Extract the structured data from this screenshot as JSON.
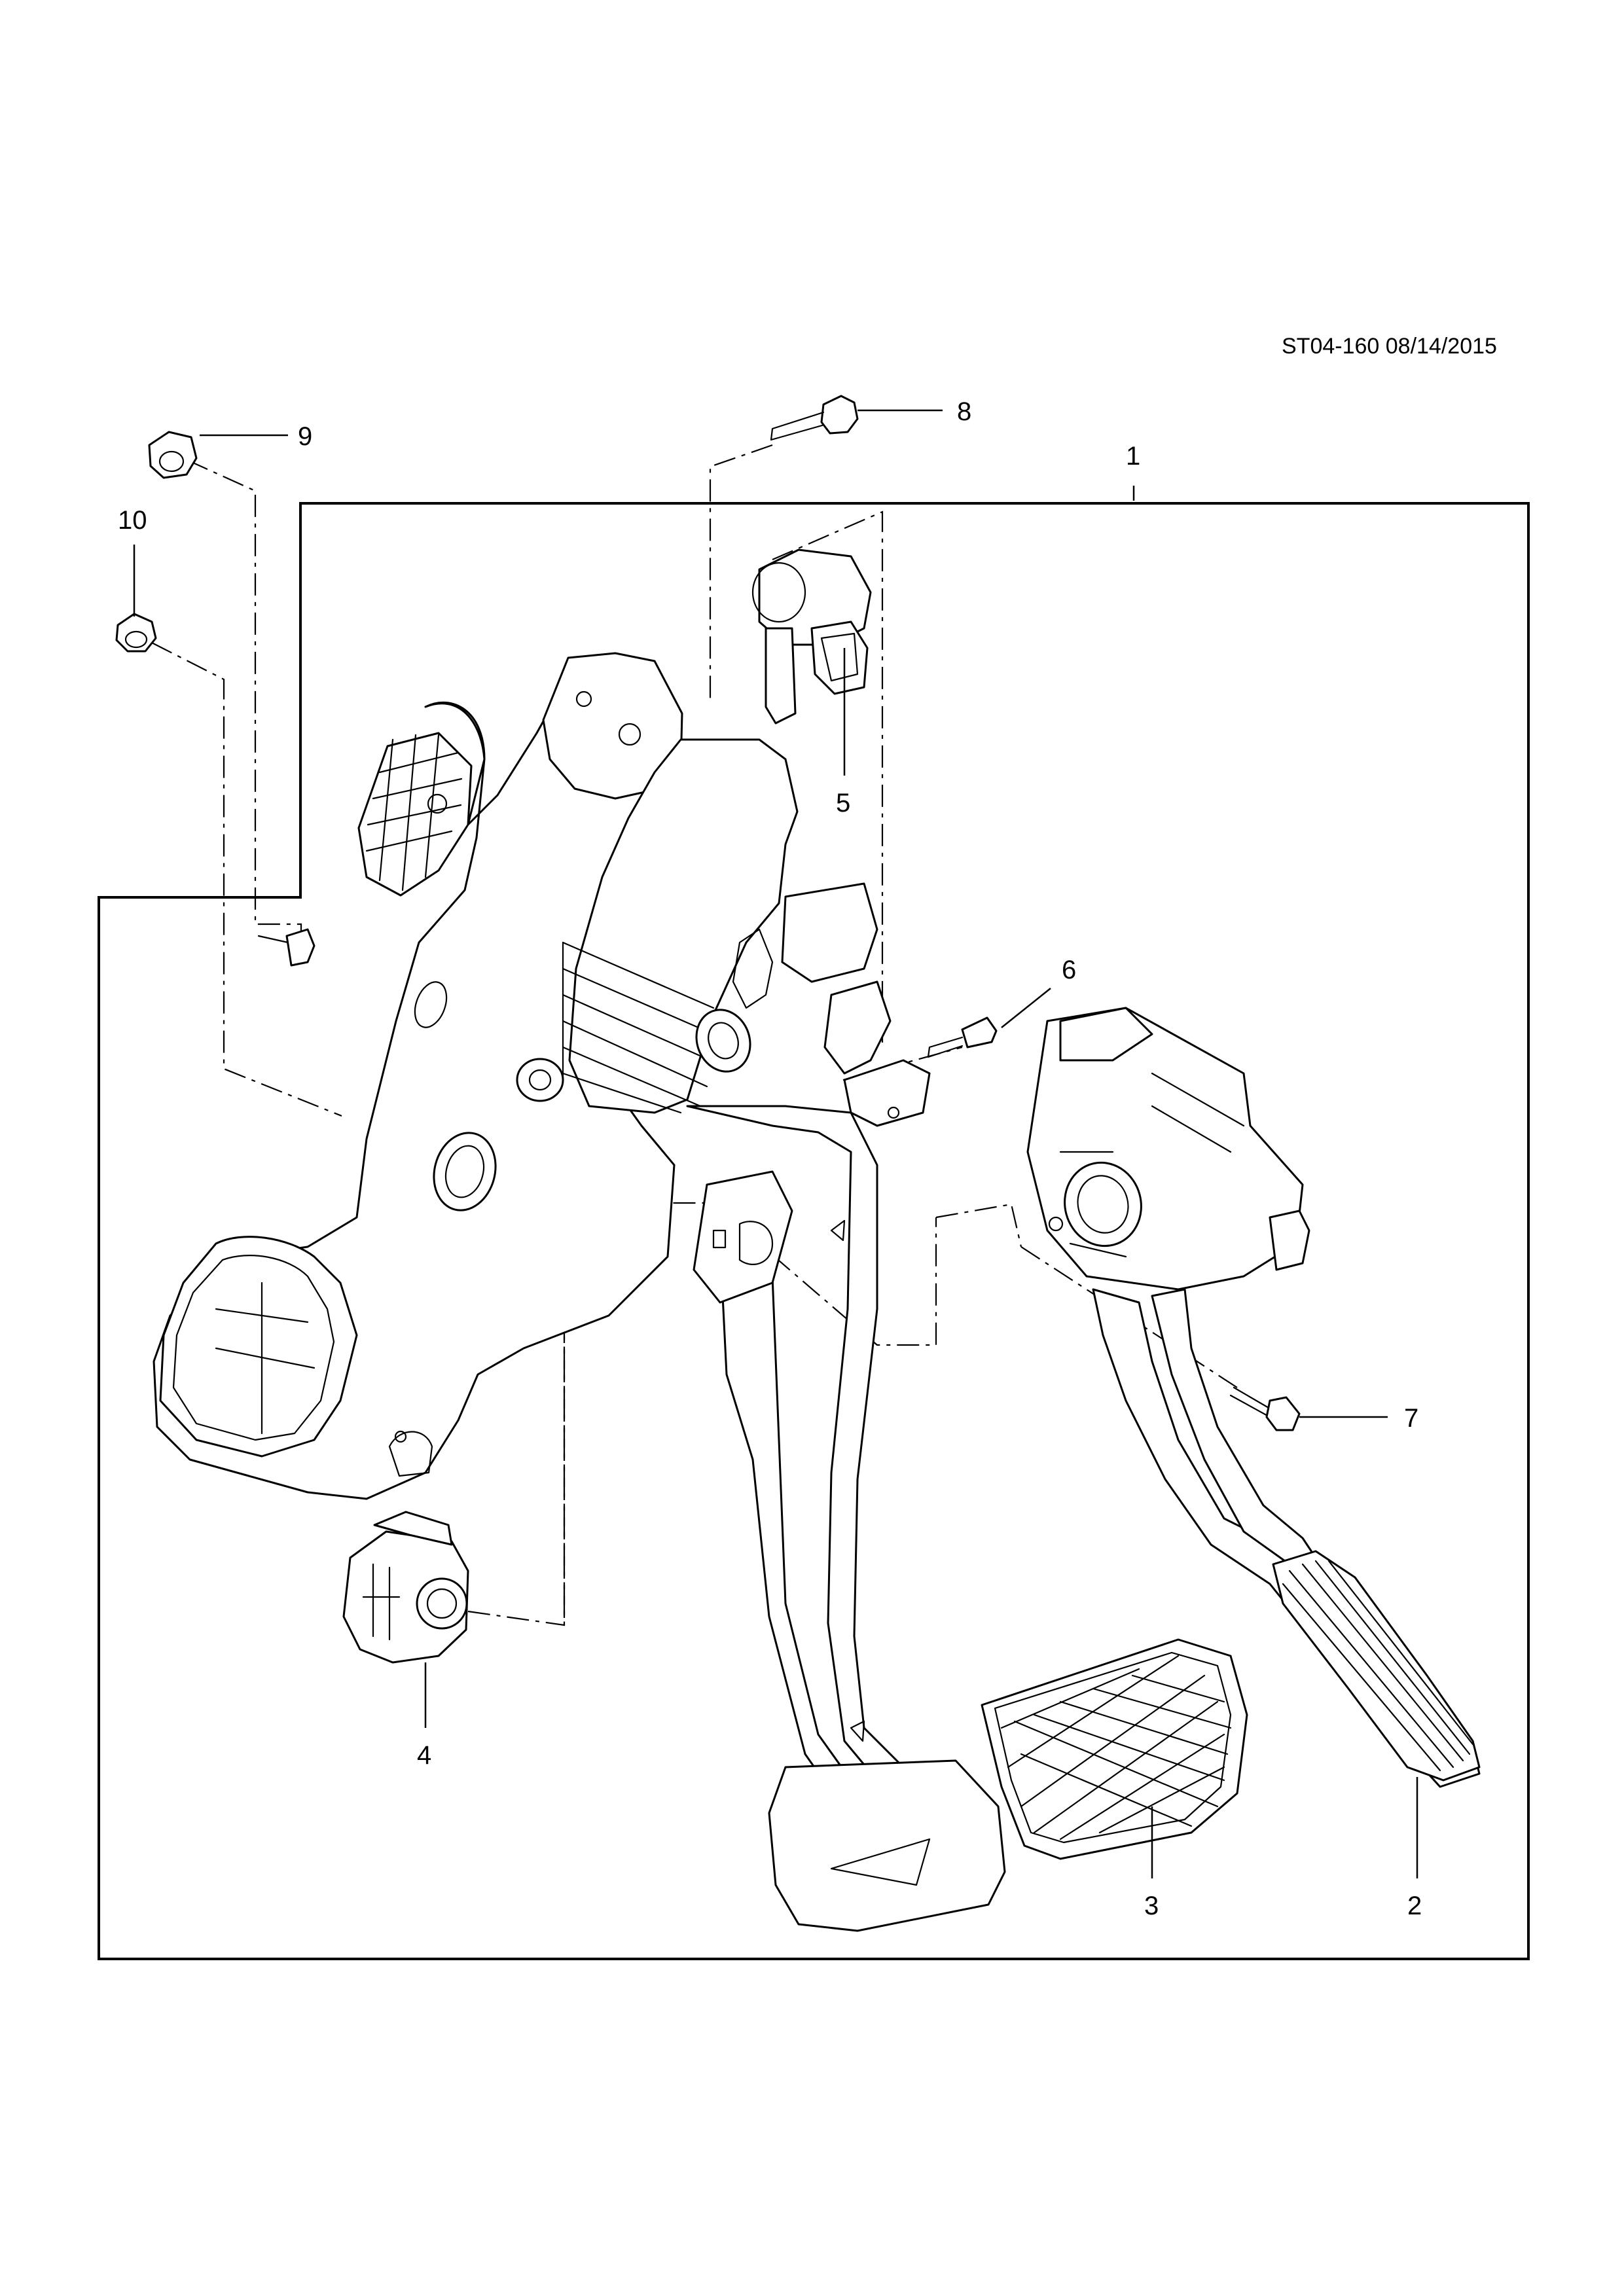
{
  "drawing": {
    "reference_code": "ST04-160 08/14/2015",
    "parts": [
      {
        "id": "part-1",
        "label": "1",
        "name": "pedal-assembly"
      },
      {
        "id": "part-2",
        "label": "2",
        "name": "accelerator-pedal"
      },
      {
        "id": "part-3",
        "label": "3",
        "name": "brake-pedal-pad"
      },
      {
        "id": "part-4",
        "label": "4",
        "name": "switch"
      },
      {
        "id": "part-5",
        "label": "5",
        "name": "sensor"
      },
      {
        "id": "part-6",
        "label": "6",
        "name": "screw"
      },
      {
        "id": "part-7",
        "label": "7",
        "name": "bolt"
      },
      {
        "id": "part-8",
        "label": "8",
        "name": "bolt"
      },
      {
        "id": "part-9",
        "label": "9",
        "name": "nut"
      },
      {
        "id": "part-10",
        "label": "10",
        "name": "nut"
      }
    ]
  }
}
